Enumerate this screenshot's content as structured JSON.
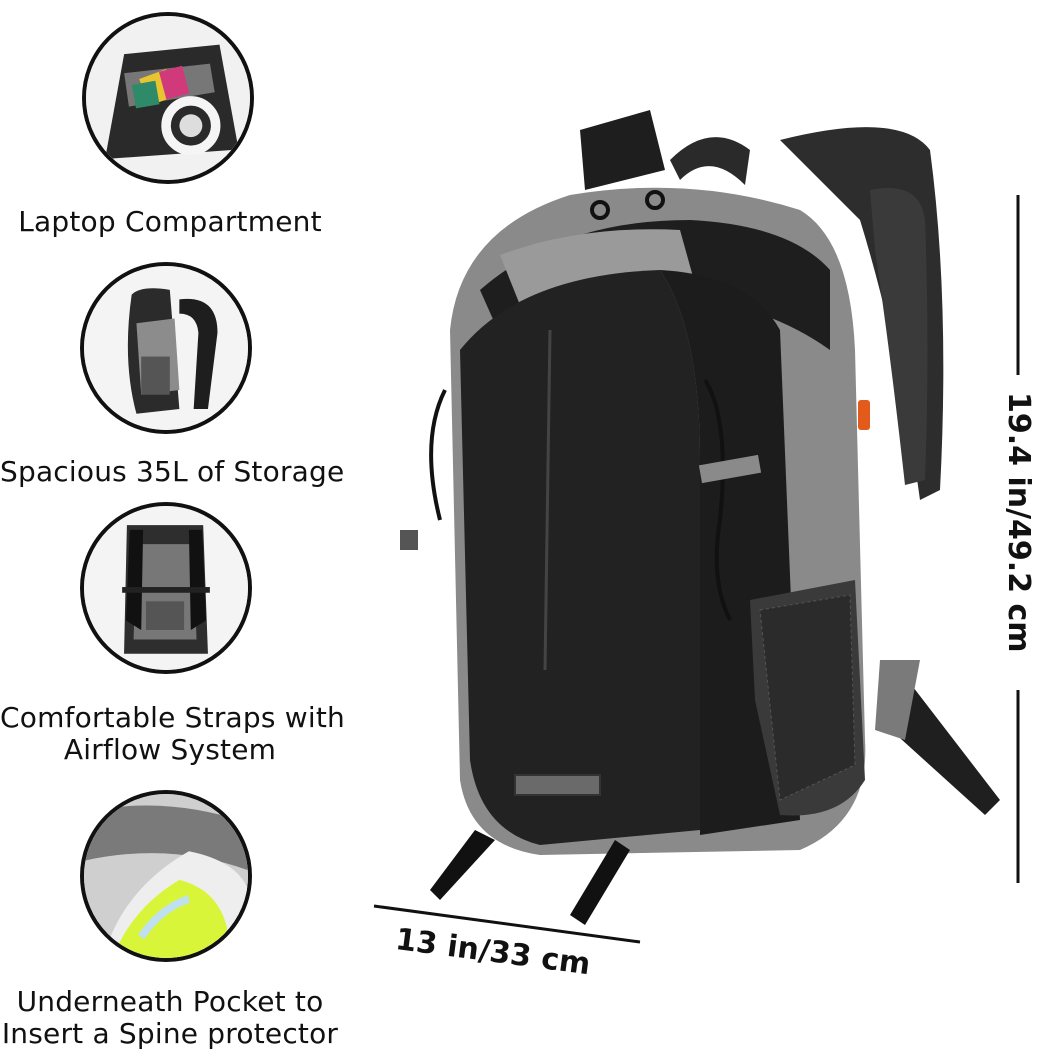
{
  "features": [
    {
      "caption": "Laptop Compartment",
      "icon": "laptop-compartment-photo"
    },
    {
      "caption": "Spacious 35L of Storage",
      "icon": "side-view-photo"
    },
    {
      "caption_line1": "Comfortable Straps with",
      "caption_line2": "Airflow System",
      "icon": "back-straps-photo"
    },
    {
      "caption_line1": "Underneath Pocket to",
      "caption_line2": "Insert a Spine protector",
      "icon": "bottom-pocket-photo"
    }
  ],
  "dimensions": {
    "width_label": "13 in/33 cm",
    "height_label": "19.4 in/49.2 cm"
  },
  "colors": {
    "bag_black": "#1e1e1e",
    "bag_grey": "#8a8a8a",
    "accent_orange": "#e25a1c",
    "neon_yellow": "#d8f53a"
  }
}
